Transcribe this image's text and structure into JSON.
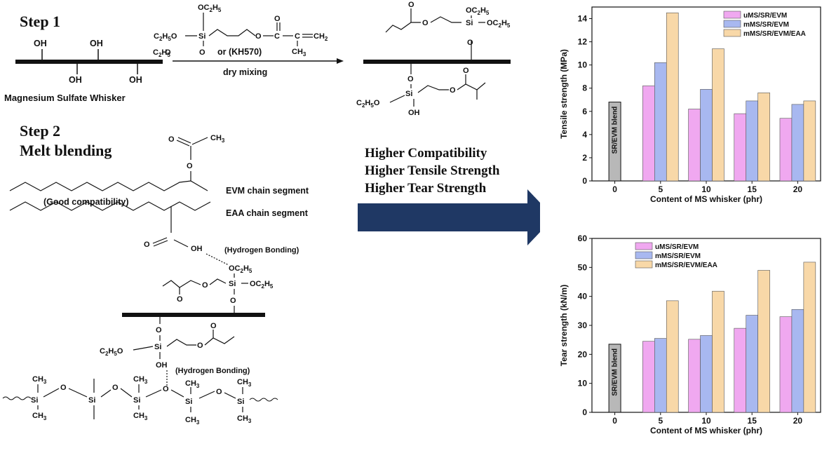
{
  "scheme": {
    "step1_title": "Step 1",
    "step2_title": "Step 2",
    "step2_subtitle": "Melt blending",
    "ms_whisker_label": "Magnesium Sulfate Whisker",
    "kh570_label": "or (KH570)",
    "dry_mixing_label": "dry mixing",
    "evm_segment_label": "EVM chain segment",
    "eaa_segment_label": "EAA chain segment",
    "good_compat_label": "(Good compatibility)",
    "hbond_label_1": "(Hydrogen Bonding)",
    "hbond_label_2": "(Hydrogen Bonding)",
    "oh": "OH",
    "oc2h5": "OC2H5",
    "c2h5o": "C2H5O",
    "si": "Si",
    "ch3": "CH3",
    "ch2": "CH2",
    "o": "O",
    "c": "C",
    "benefits": [
      "Higher Compatibility",
      "Higher Tensile Strength",
      "Higher Tear Strength"
    ],
    "arrow_color": "#1f3864"
  },
  "chart_data": [
    {
      "type": "bar",
      "xlabel": "Content of  MS whisker (phr)",
      "ylabel": "Tensile strength (MPa)",
      "ylim": [
        0,
        15
      ],
      "yticks": [
        0,
        2,
        4,
        6,
        8,
        10,
        12,
        14
      ],
      "categories": [
        "0",
        "5",
        "10",
        "15",
        "20"
      ],
      "blend": {
        "label": "SR/EVM blend",
        "value": 6.8,
        "color": "#b8b8b8"
      },
      "series": [
        {
          "name": "uMS/SR/EVM",
          "color": "#f0a8f0",
          "values": [
            null,
            8.2,
            6.2,
            5.8,
            5.4
          ]
        },
        {
          "name": "mMS/SR/EVM",
          "color": "#a8b8f0",
          "values": [
            null,
            10.2,
            7.9,
            6.9,
            6.6
          ]
        },
        {
          "name": "mMS/SR/EVM/EAA",
          "color": "#f8d8a8",
          "values": [
            null,
            14.5,
            11.4,
            7.6,
            6.9
          ]
        }
      ],
      "legend_position": "top-right"
    },
    {
      "type": "bar",
      "xlabel": "Content of MS whisker (phr)",
      "ylabel": "Tear strength (kN/m)",
      "ylim": [
        0,
        60
      ],
      "yticks": [
        0,
        10,
        20,
        30,
        40,
        50,
        60
      ],
      "categories": [
        "0",
        "5",
        "10",
        "15",
        "20"
      ],
      "blend": {
        "label": "SR/EVM blend",
        "value": 23.5,
        "color": "#b8b8b8"
      },
      "series": [
        {
          "name": "uMS/SR/EVM",
          "color": "#f0a8f0",
          "values": [
            null,
            24.5,
            25.2,
            29.0,
            33.0
          ]
        },
        {
          "name": "mMS/SR/EVM",
          "color": "#a8b8f0",
          "values": [
            null,
            25.5,
            26.5,
            33.5,
            35.5
          ]
        },
        {
          "name": "mMS/SR/EVM/EAA",
          "color": "#f8d8a8",
          "values": [
            null,
            38.5,
            41.8,
            49.0,
            51.8
          ]
        }
      ],
      "legend_position": "top-left"
    }
  ]
}
